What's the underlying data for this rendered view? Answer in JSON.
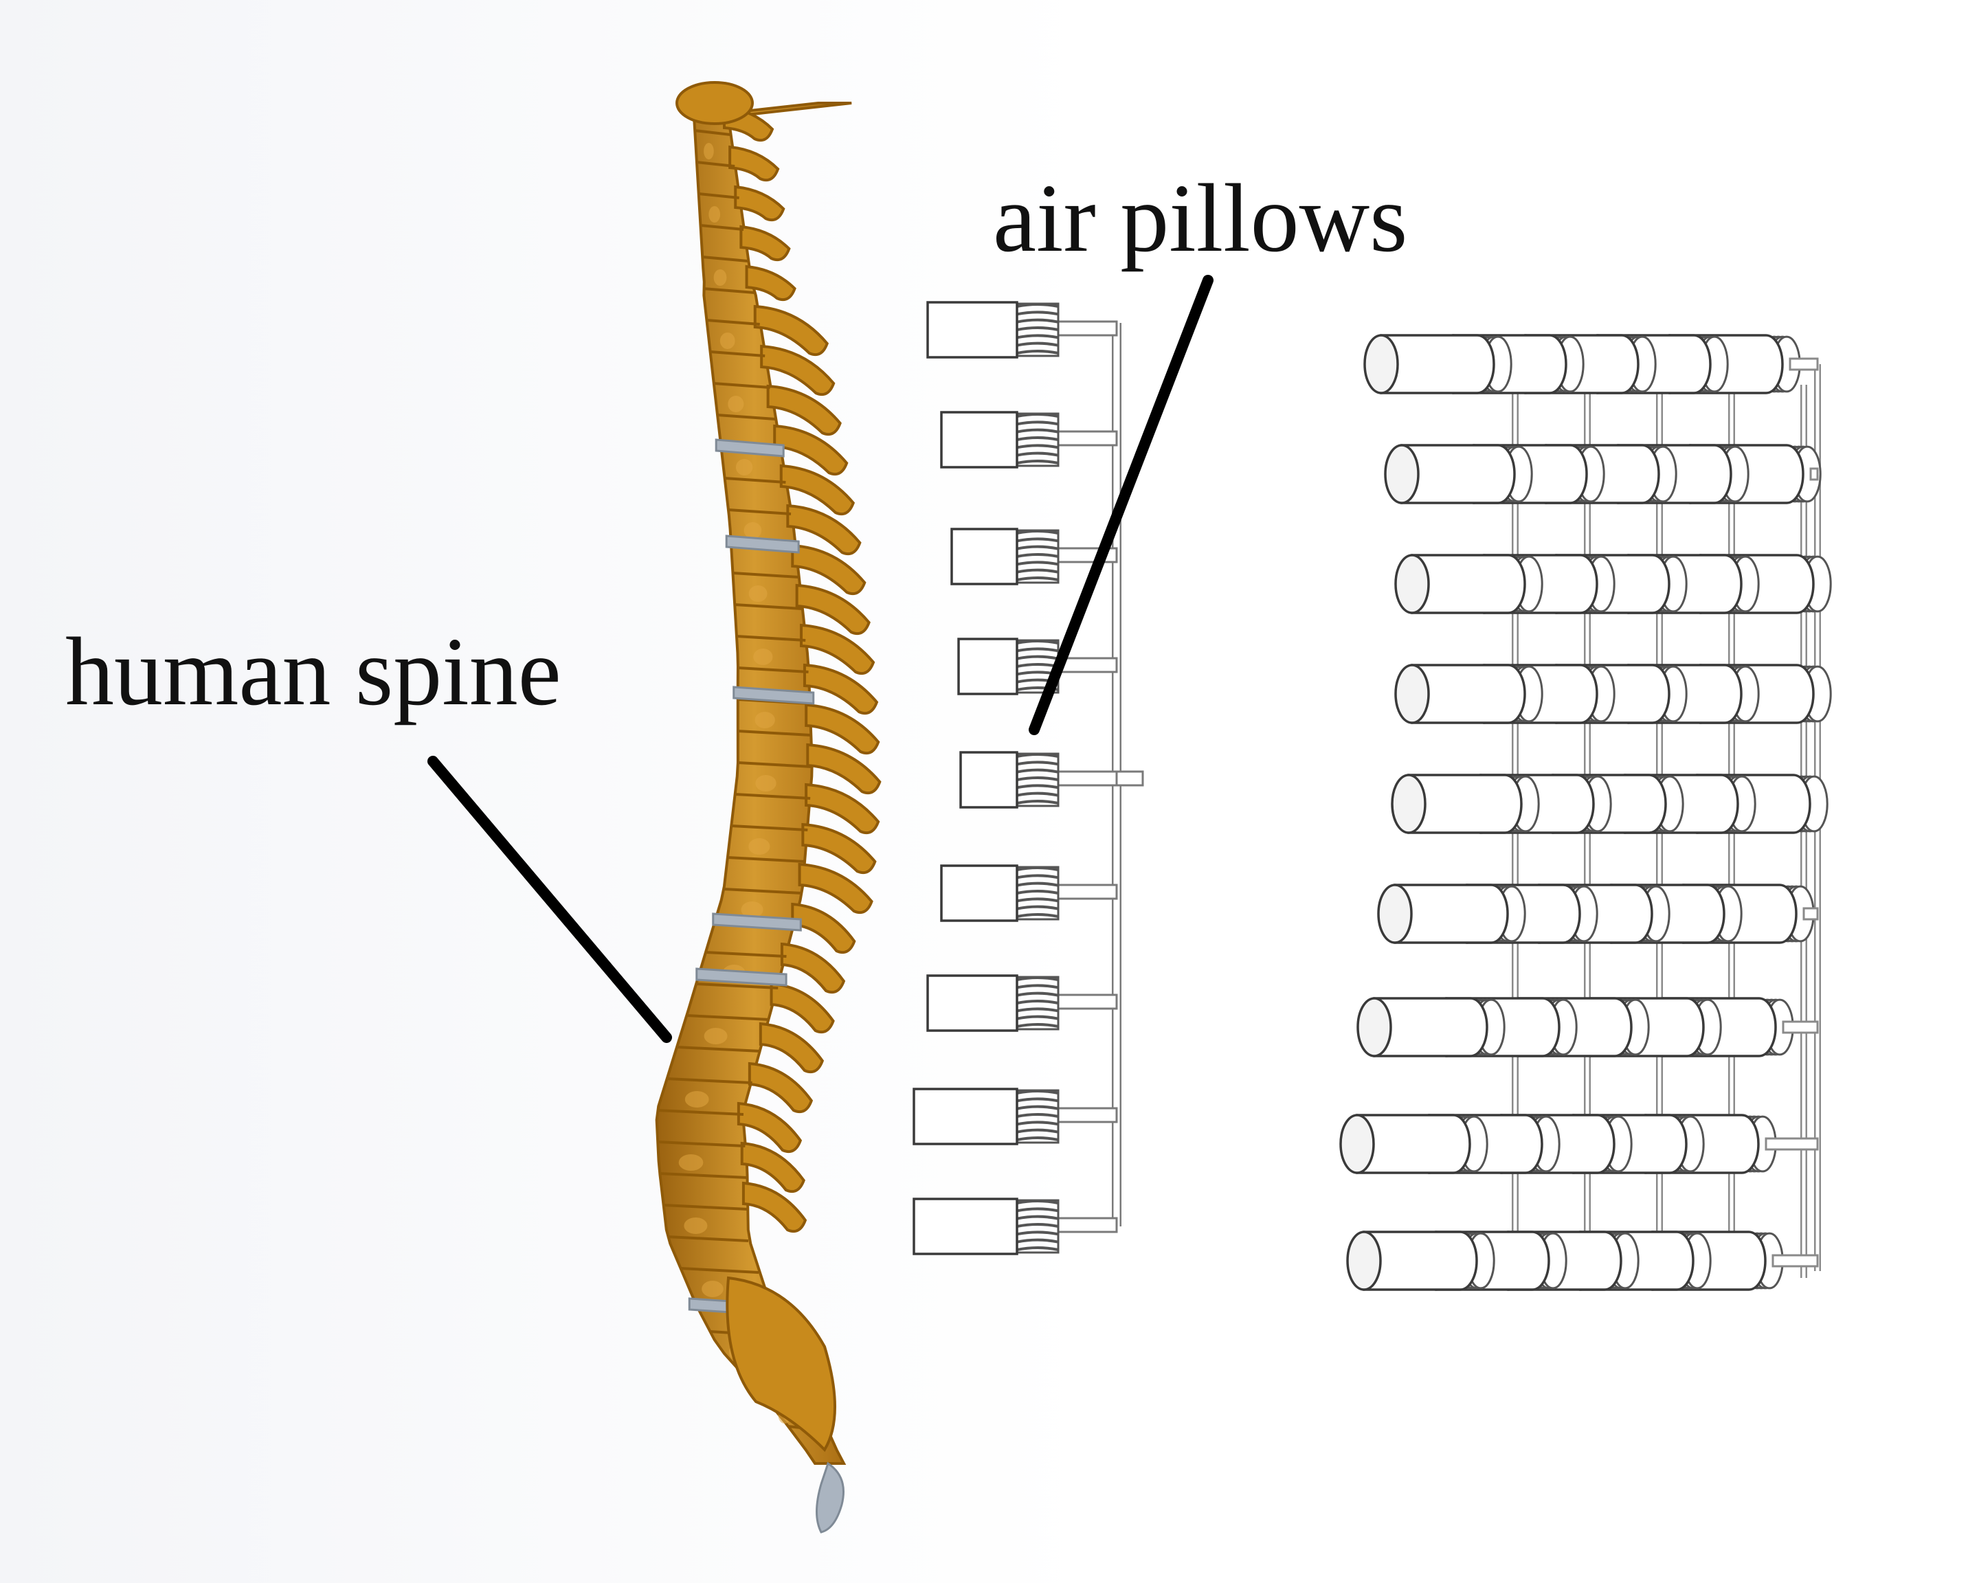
{
  "labels": {
    "air_pillows": "air pillows",
    "human_spine": "human spine"
  },
  "colors": {
    "bone": "#c88a1c",
    "bone_shade": "#8f5a08",
    "bone_highlight": "#e0a641",
    "disc": "#aab4c0",
    "pillow_fill": "#ffffff",
    "pillow_stroke": "#3a3a3a",
    "bellows": "#555555",
    "leader_line": "#000000",
    "label": "#111111"
  },
  "air_pillow_rows": 9,
  "air_pillow_columns": 5
}
